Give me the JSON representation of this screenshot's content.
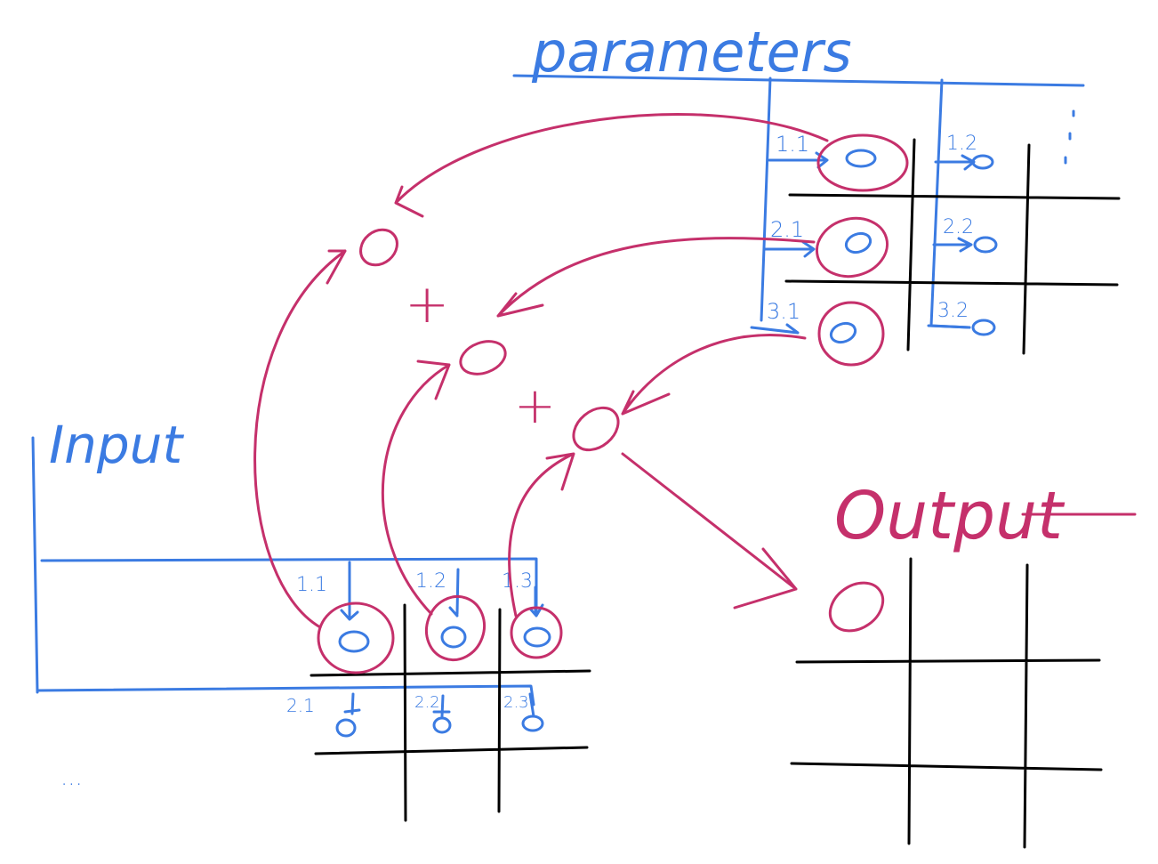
{
  "colors": {
    "input_params": "#3b7be2",
    "computation": "#c5306b",
    "grid": "#000000"
  },
  "parameters": {
    "title": "parameters",
    "labels": [
      "1.1",
      "2.1",
      "3.1",
      "1.2",
      "2.2",
      "3.2"
    ],
    "cell_value": "0",
    "more": ":"
  },
  "input": {
    "title": "Input",
    "row1_labels": [
      "1.1",
      "1.2",
      "1.3"
    ],
    "row2_labels": [
      "2.1",
      "2.2",
      "2.3"
    ],
    "cell_value": "0",
    "more": "..."
  },
  "operations": {
    "plus": "+"
  },
  "output": {
    "title": "Output",
    "cell_value": "0"
  }
}
